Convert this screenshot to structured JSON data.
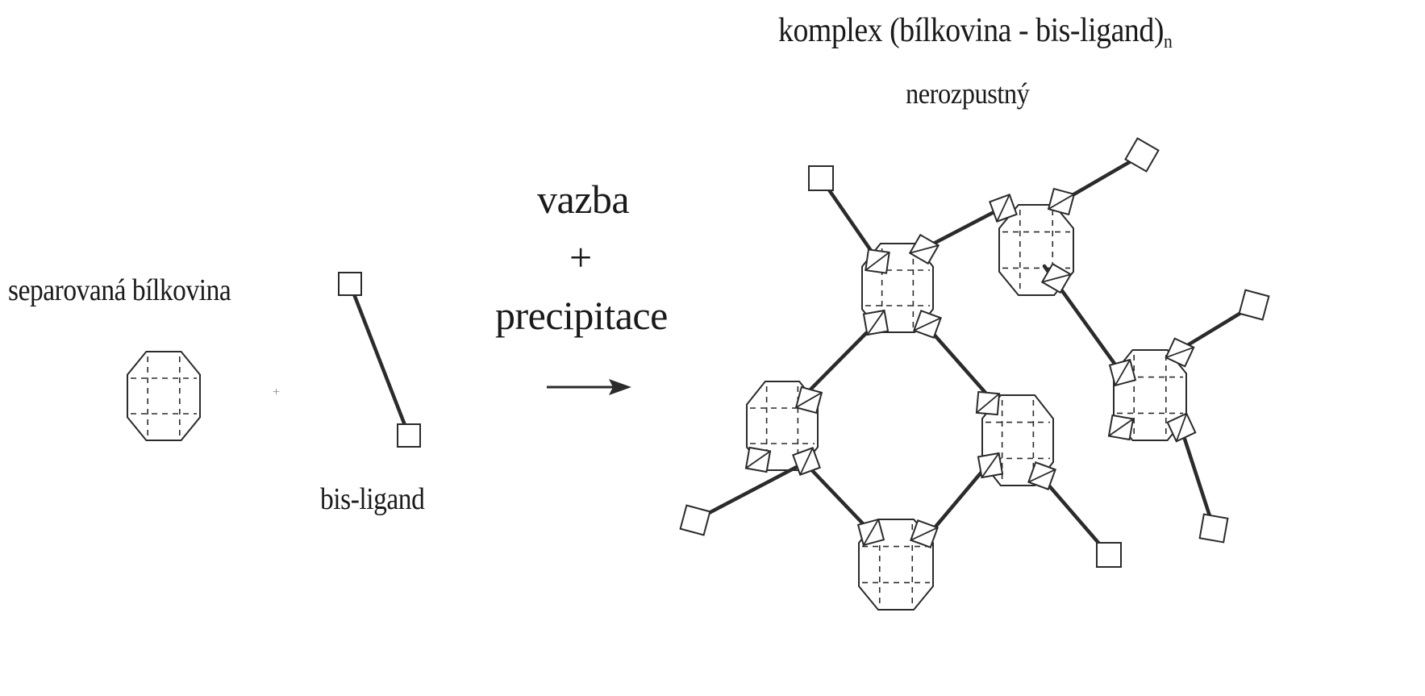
{
  "labels": {
    "protein": "separovaná bílkovina",
    "ligand": "bis-ligand",
    "complex_main": "komplex (bílkovina - bis-ligand)",
    "complex_sub": "n",
    "insoluble": "nerozpustný",
    "step_line1": "vazba",
    "step_plus": "+",
    "step_line2": "precipitace",
    "plus_small": "+"
  },
  "colors": {
    "stroke": "#2b2b2b",
    "text": "#1a1a1a"
  }
}
